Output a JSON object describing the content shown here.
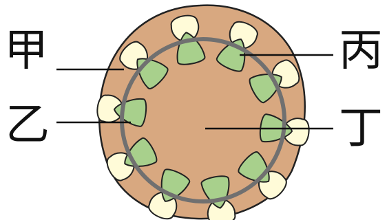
{
  "diagram": {
    "labels": {
      "jia": "甲",
      "yi": "乙",
      "bing": "丙",
      "ding": "丁"
    },
    "colors": {
      "cortex": "#d8a880",
      "outline": "#222222",
      "cambium_ring": "#707070",
      "xylem": "#a8d08c",
      "phloem": "#fffbd8",
      "leader_line": "#111111"
    },
    "vascular_bundle_count": 10
  }
}
